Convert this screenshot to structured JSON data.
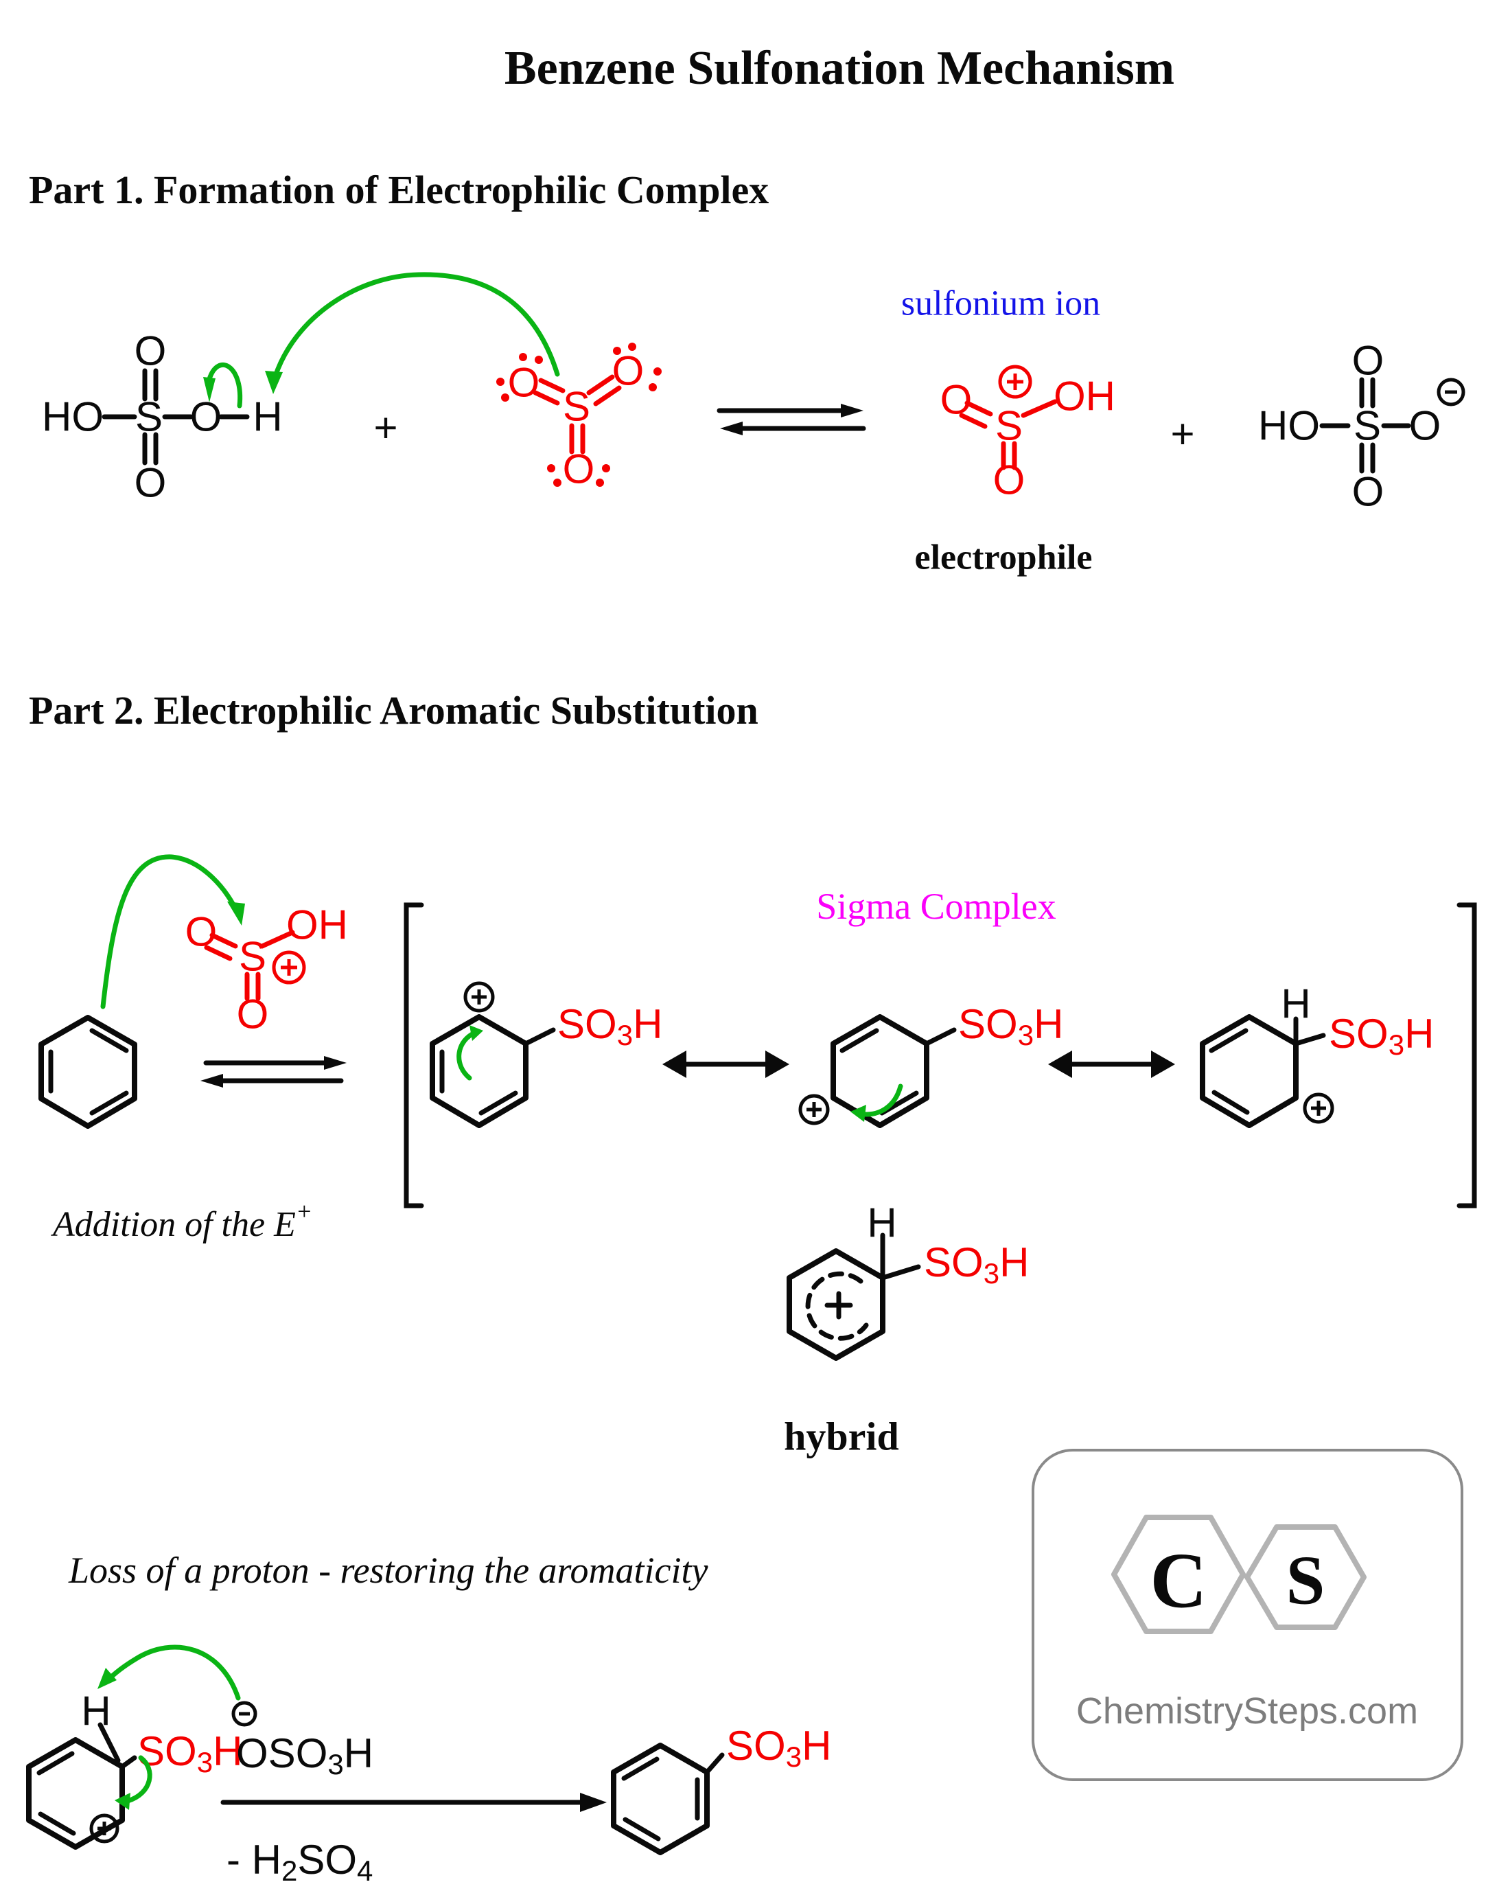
{
  "title": "Benzene Sulfonation Mechanism",
  "part1": {
    "heading": "Part 1. Formation of Electrophilic Complex",
    "sulfonium_label": "sulfonium ion",
    "electrophile_label": "electrophile"
  },
  "part2": {
    "heading": "Part 2. Electrophilic Aromatic Substitution",
    "sigma_label": "Sigma Complex",
    "addition_caption": "Addition of the E",
    "addition_sup": "+",
    "hybrid_label": "hybrid",
    "loss_caption": "Loss of a proton - restoring the aromaticity"
  },
  "atoms": {
    "h": "H",
    "o": "O",
    "s": "S",
    "ho": "HO",
    "oh": "OH",
    "plus": "+"
  },
  "formulas": {
    "so3h": {
      "pre": "SO",
      "sub": "3",
      "post": "H"
    },
    "oso3h": {
      "pre": "OSO",
      "sub": "3",
      "post": "H"
    },
    "h2so4_loss": {
      "p1": "- H",
      "s1": "2",
      "p2": "SO",
      "s2": "4"
    }
  },
  "logo": {
    "c": "C",
    "s": "S",
    "site": "ChemistrySteps.com"
  },
  "colors": {
    "red": "#f40000",
    "green": "#0ab414",
    "blue": "#1414e8",
    "magenta": "#fa00fa",
    "black": "#0a0a0a",
    "logo_gray": "#7d7d7d"
  }
}
